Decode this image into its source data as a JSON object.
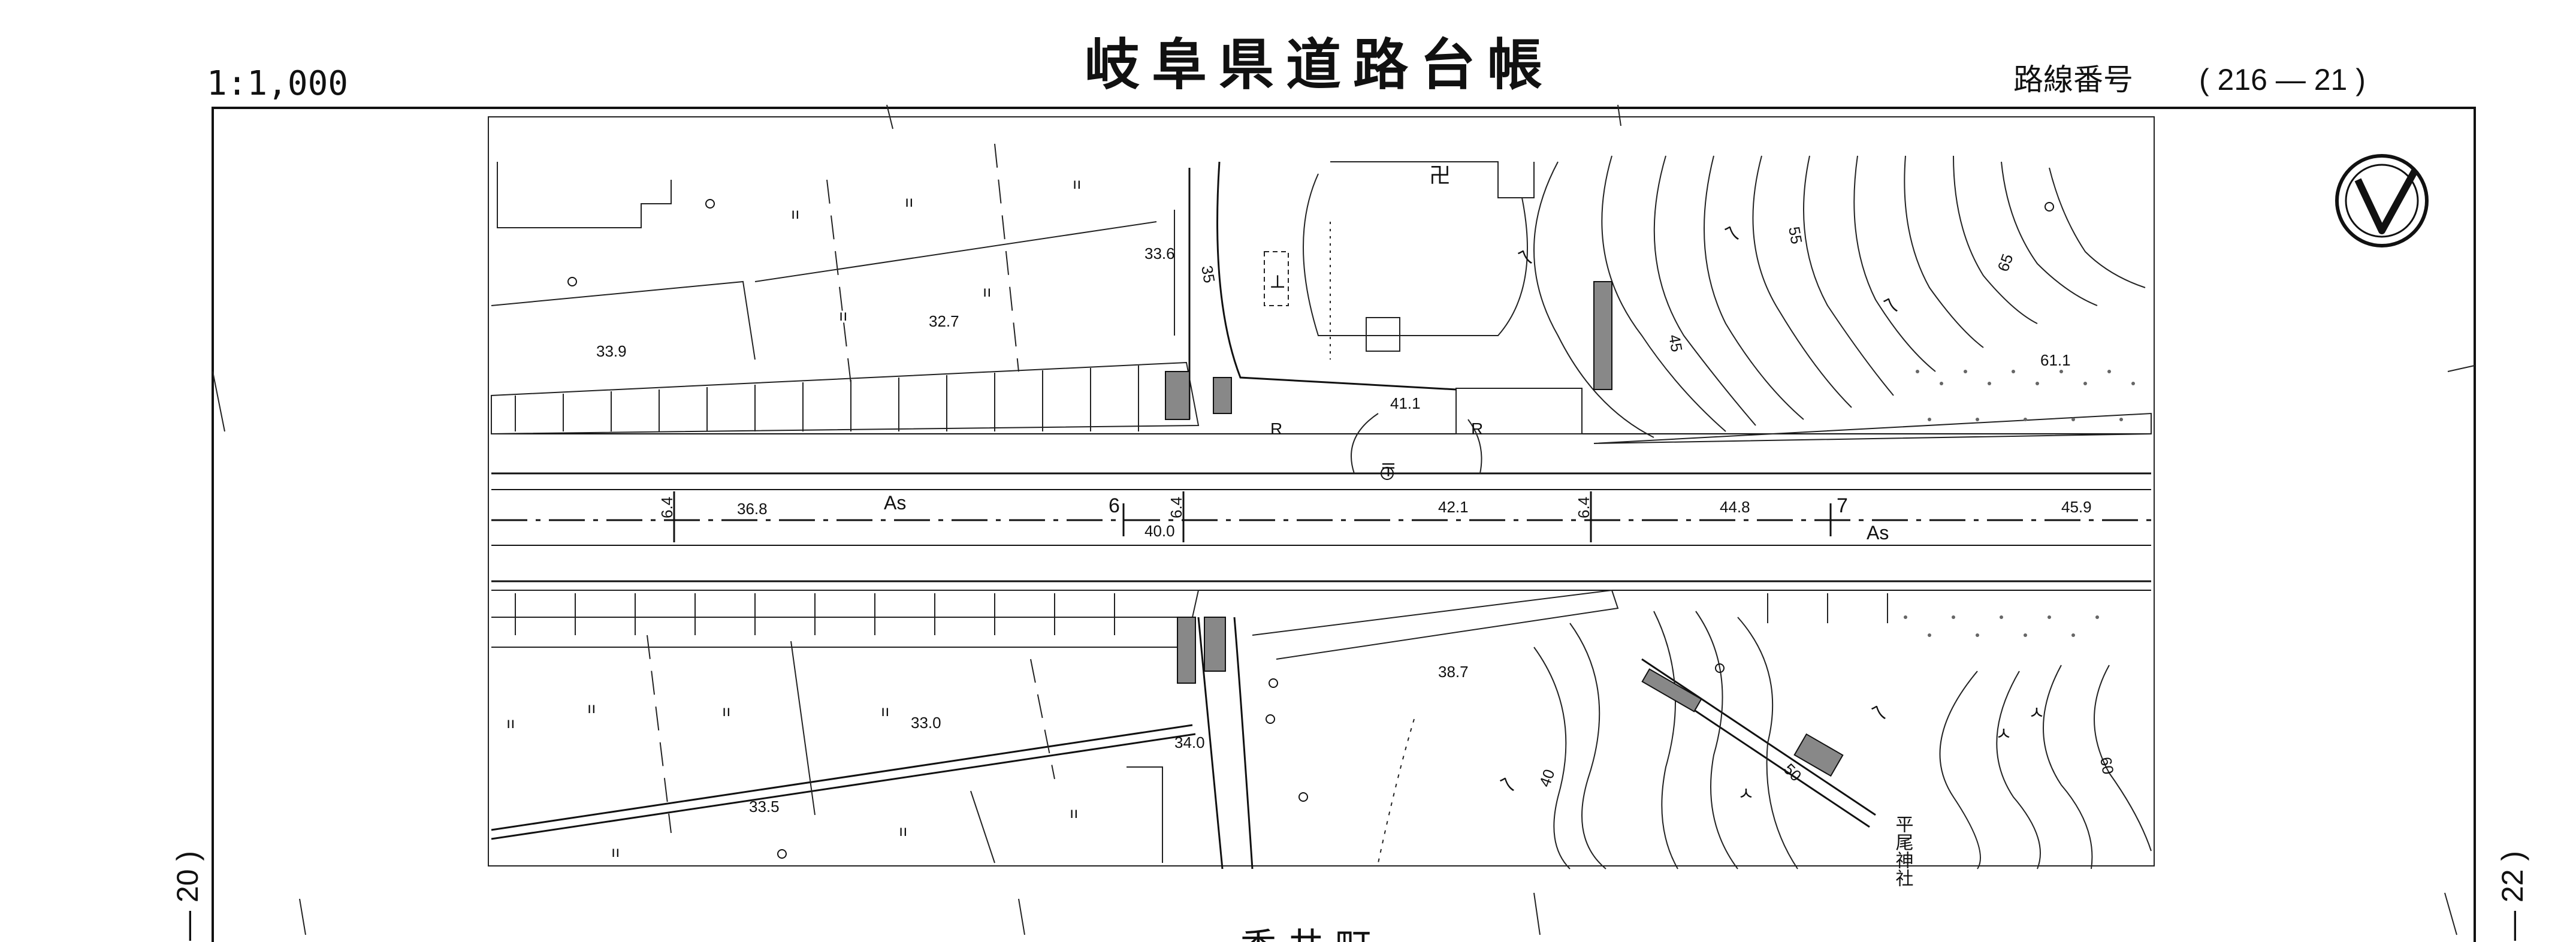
{
  "header": {
    "scale": "1:1,000",
    "title": "岐阜県道路台帳",
    "route_label": "路線番号",
    "route_number": "( 216 — 21 )"
  },
  "side_labels": {
    "left_sheet": "— 20 )",
    "right_sheet": "— 22 )"
  },
  "bottom_label": "香  井  町",
  "map": {
    "road_surface_top": "As",
    "road_surface_bottom": "As",
    "station_6": "6",
    "station_7": "7",
    "shrine_label": "平尾神社",
    "width_marks": [
      "6.4",
      "6.4",
      "6.4"
    ],
    "road_elevations": [
      "36.8",
      "40.0",
      "42.1",
      "44.8",
      "45.9"
    ],
    "spot_elevations": [
      "33.9",
      "32.7",
      "33.6",
      "41.1",
      "61.1",
      "33.0",
      "34.0",
      "33.5",
      "38.7"
    ],
    "contours": [
      "35",
      "45",
      "55",
      "65",
      "40",
      "50",
      "60"
    ],
    "retaining_marks": [
      "R",
      "R"
    ],
    "temple_symbol": "卍",
    "post_office_mark": "〒",
    "toilet_mark": "⊥",
    "paddy_marks": [
      "ıı",
      "ıı",
      "ıı",
      "ıı",
      "ıı",
      "ıı",
      "ıı",
      "ıı",
      "ıı",
      "ıı",
      "ıı",
      "ıı"
    ],
    "forest_marks": [
      "ㄟ",
      "ㄟ",
      "ㄟ",
      "ㄟ",
      "ㄟ"
    ],
    "broadleaf_marks": [
      "ㅅ",
      "ㅅ",
      "ㅅ"
    ]
  },
  "north_arrow": "north-arrow"
}
